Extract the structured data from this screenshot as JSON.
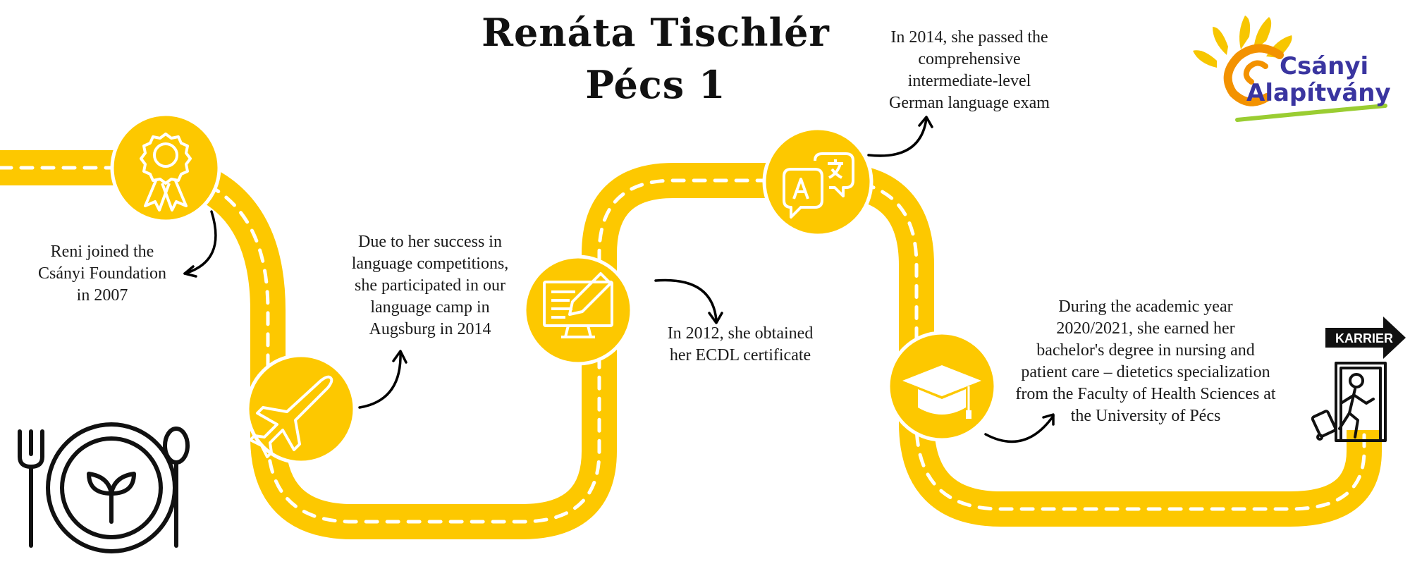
{
  "title": {
    "line1": "Renáta Tischlér",
    "line2": "Pécs 1"
  },
  "logo": {
    "line1": "Csányi",
    "line2": "Alapítvány",
    "icon": "hand-sun-logo-icon"
  },
  "colors": {
    "road": "#fdc800",
    "dash": "#ffffff",
    "ink": "#111111",
    "arrow": "#000000",
    "logo_text": "#3a35a0",
    "logo_orange": "#f39200",
    "logo_yellow": "#f7c600",
    "logo_green": "#9acd32"
  },
  "milestones": [
    {
      "id": "foundation",
      "icon": "award-ribbon-icon",
      "text": [
        "Reni joined the",
        "Csányi Foundation",
        "in 2007"
      ]
    },
    {
      "id": "camp",
      "icon": "airplane-icon",
      "text": [
        "Due to her success in",
        "language competitions,",
        "she participated in our",
        "language camp in",
        "Augsburg in 2014"
      ]
    },
    {
      "id": "ecdl",
      "icon": "computer-pencil-icon",
      "text": [
        "In 2012, she obtained",
        "her ECDL certificate"
      ]
    },
    {
      "id": "german",
      "icon": "translate-bubbles-icon",
      "text": [
        "In 2014, she passed the",
        "comprehensive",
        "intermediate-level",
        "German language exam"
      ]
    },
    {
      "id": "degree",
      "icon": "graduation-cap-icon",
      "text": [
        "During the academic year",
        "2020/2021, she earned her",
        "bachelor's degree in nursing and",
        "patient care – dietetics specialization",
        "from the Faculty of Health Sciences at",
        "the University of Pécs"
      ]
    }
  ],
  "career": {
    "label": "KARRIER",
    "icon": "exit-door-traveler-icon"
  },
  "decor": {
    "icon": "plate-fork-spoon-icon"
  }
}
